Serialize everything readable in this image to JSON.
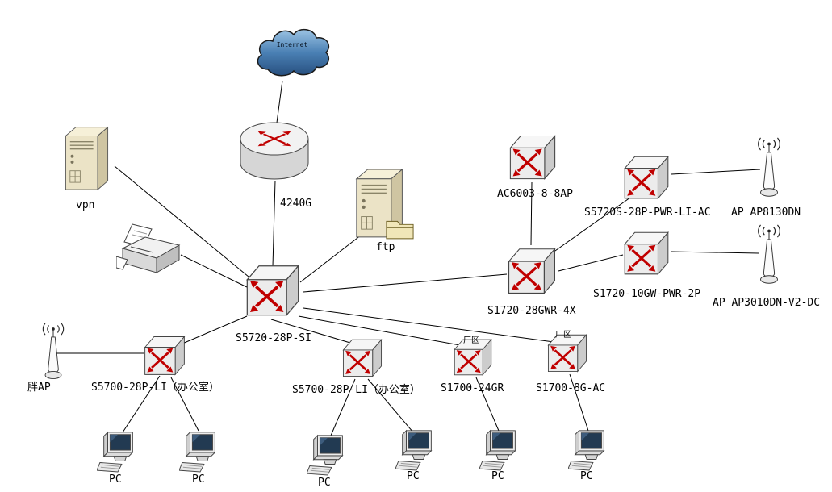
{
  "colors": {
    "connector": "#000000",
    "arrow_red": "#c00000",
    "cloud_fill": "#4a80b4",
    "server_fill": "#ebe3c6",
    "label_color": "#000000"
  },
  "nodes": {
    "internet": {
      "label": "Internet",
      "type": "cloud"
    },
    "router_4240g": {
      "label": "4240G",
      "type": "router"
    },
    "vpn": {
      "label": "vpn",
      "type": "server"
    },
    "ftp": {
      "label": "ftp",
      "type": "server"
    },
    "printer": {
      "label": "",
      "type": "printer"
    },
    "core_switch": {
      "label": "S5720-28P-SI",
      "type": "switch"
    },
    "ac6003": {
      "label": "AC6003-8-8AP",
      "type": "switch"
    },
    "s5720s_28p": {
      "label": "S5720S-28P-PWR-LI-AC",
      "type": "switch"
    },
    "ap8130": {
      "label": "AP AP8130DN",
      "type": "access-point"
    },
    "s1720_10gw": {
      "label": "S1720-10GW-PWR-2P",
      "type": "switch"
    },
    "ap3010": {
      "label": "AP AP3010DN-V2-DC",
      "type": "access-point"
    },
    "s1720_28gwr_4x": {
      "label": "S1720-28GWR-4X",
      "type": "switch"
    },
    "fat_ap": {
      "label": "胖AP",
      "type": "access-point"
    },
    "s5700_office_left": {
      "label": "S5700-28P-LI（办公室）",
      "type": "switch"
    },
    "s5700_office_mid": {
      "label": "S5700-28P-LI（办公室）",
      "type": "switch"
    },
    "s1700_24gr": {
      "label": "S1700-24GR",
      "type": "switch",
      "zone": "厂区"
    },
    "s1700_8g_ac": {
      "label": "S1700-8G-AC",
      "type": "switch",
      "zone": "厂区"
    },
    "pc1": {
      "label": "PC",
      "type": "pc"
    },
    "pc2": {
      "label": "PC",
      "type": "pc"
    },
    "pc3": {
      "label": "PC",
      "type": "pc"
    },
    "pc4": {
      "label": "PC",
      "type": "pc"
    },
    "pc5": {
      "label": "PC",
      "type": "pc"
    },
    "pc6": {
      "label": "PC",
      "type": "pc"
    }
  },
  "edges": [
    {
      "from": "internet",
      "to": "router_4240g"
    },
    {
      "from": "router_4240g",
      "to": "core_switch"
    },
    {
      "from": "vpn",
      "to": "core_switch"
    },
    {
      "from": "printer",
      "to": "core_switch"
    },
    {
      "from": "ftp",
      "to": "core_switch"
    },
    {
      "from": "core_switch",
      "to": "s1720_28gwr_4x"
    },
    {
      "from": "core_switch",
      "to": "s5700_office_left"
    },
    {
      "from": "core_switch",
      "to": "s5700_office_mid"
    },
    {
      "from": "core_switch",
      "to": "s1700_24gr"
    },
    {
      "from": "core_switch",
      "to": "s1700_8g_ac"
    },
    {
      "from": "ac6003",
      "to": "s1720_28gwr_4x"
    },
    {
      "from": "s1720_28gwr_4x",
      "to": "s5720s_28p"
    },
    {
      "from": "s1720_28gwr_4x",
      "to": "s1720_10gw"
    },
    {
      "from": "s5720s_28p",
      "to": "ap8130"
    },
    {
      "from": "s1720_10gw",
      "to": "ap3010"
    },
    {
      "from": "fat_ap",
      "to": "s5700_office_left"
    },
    {
      "from": "s5700_office_left",
      "to": "pc1"
    },
    {
      "from": "s5700_office_left",
      "to": "pc2"
    },
    {
      "from": "s5700_office_mid",
      "to": "pc3"
    },
    {
      "from": "s5700_office_mid",
      "to": "pc4"
    },
    {
      "from": "s1700_24gr",
      "to": "pc5"
    },
    {
      "from": "s1700_8g_ac",
      "to": "pc6"
    }
  ]
}
